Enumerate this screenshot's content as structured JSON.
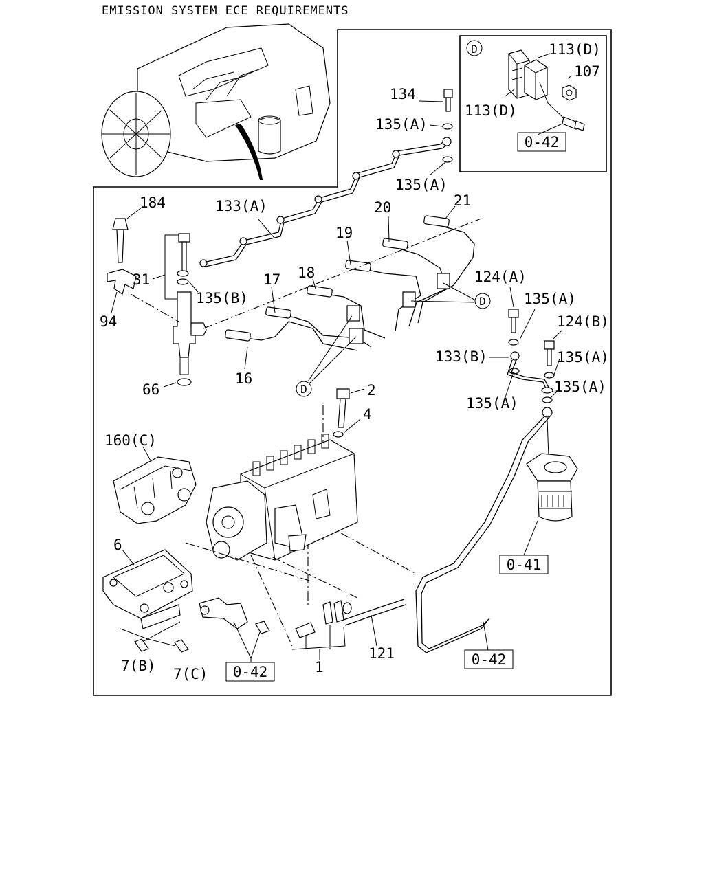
{
  "title": "EMISSION SYSTEM ECE REQUIREMENTS",
  "detail_marker": "D",
  "labels": {
    "l113d_top": "113(D)",
    "l107": "107",
    "l113d_left": "113(D)",
    "l134": "134",
    "l135a_1": "135(A)",
    "l135a_2": "135(A)",
    "l184": "184",
    "l133a_top": "133(A)",
    "l20": "20",
    "l21": "21",
    "l19": "19",
    "l18": "18",
    "l31": "31",
    "l17": "17",
    "l135b": "135(B)",
    "l124a": "124(A)",
    "l135a_3": "135(A)",
    "l94": "94",
    "l124b": "124(B)",
    "l133b": "133(B)",
    "l135a_4": "135(A)",
    "l16": "16",
    "l66": "66",
    "l135a_5": "135(A)",
    "l135a_6": "135(A)",
    "l2": "2",
    "l4": "4",
    "l160c": "160(C)",
    "l6": "6",
    "l7b": "7(B)",
    "l7c": "7(C)",
    "l1": "1",
    "l121": "121"
  },
  "refs": {
    "ref_042_top": "0-42",
    "ref_041": "0-41",
    "ref_042_bottom": "0-42",
    "ref_042_right": "0-42"
  },
  "colors": {
    "ink": "#000000",
    "paper": "#ffffff"
  }
}
